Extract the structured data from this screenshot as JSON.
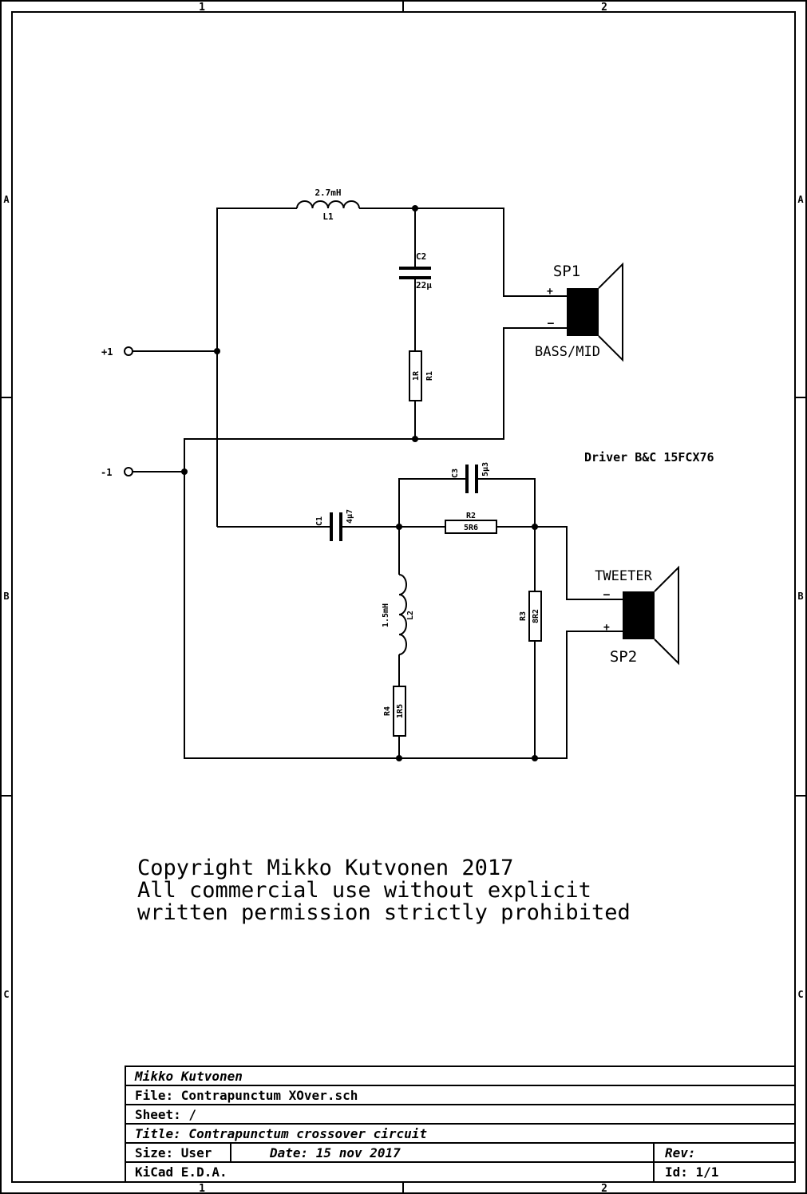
{
  "frame": {
    "columns": [
      "1",
      "2"
    ],
    "rows": [
      "A",
      "B",
      "C"
    ]
  },
  "schematic": {
    "ports": {
      "pos": "+1",
      "neg": "-1"
    },
    "components": {
      "L1": {
        "ref": "L1",
        "value": "2.7mH"
      },
      "C2": {
        "ref": "C2",
        "value": "22µ"
      },
      "R1": {
        "ref": "R1",
        "value": "1R"
      },
      "C1": {
        "ref": "C1",
        "value": "4µ7"
      },
      "C3": {
        "ref": "C3",
        "value": "5µ3"
      },
      "R2": {
        "ref": "R2",
        "value": "5R6"
      },
      "L2": {
        "ref": "L2",
        "value": "1.5mH"
      },
      "R4": {
        "ref": "R4",
        "value": "1R5"
      },
      "R3": {
        "ref": "R3",
        "value": "8R2"
      },
      "SP1": {
        "ref": "SP1",
        "value": "BASS/MID",
        "plus": "+",
        "minus": "–"
      },
      "SP2": {
        "ref": "SP2",
        "value": "TWEETER",
        "plus": "+",
        "minus": "–"
      }
    },
    "driver_note": "Driver B&C 15FCX76",
    "copyright": [
      "Copyright Mikko Kutvonen 2017",
      "All commercial use without explicit",
      "written permission strictly prohibited"
    ]
  },
  "title_block": {
    "company": "Mikko Kutvonen",
    "file": "File: Contrapunctum XOver.sch",
    "sheet": "Sheet: /",
    "title": "Title: Contrapunctum crossover circuit",
    "size": "Size: User",
    "date": "Date: 15 nov 2017",
    "rev": "Rev:",
    "tool": "KiCad E.D.A.",
    "id": "Id: 1/1"
  }
}
